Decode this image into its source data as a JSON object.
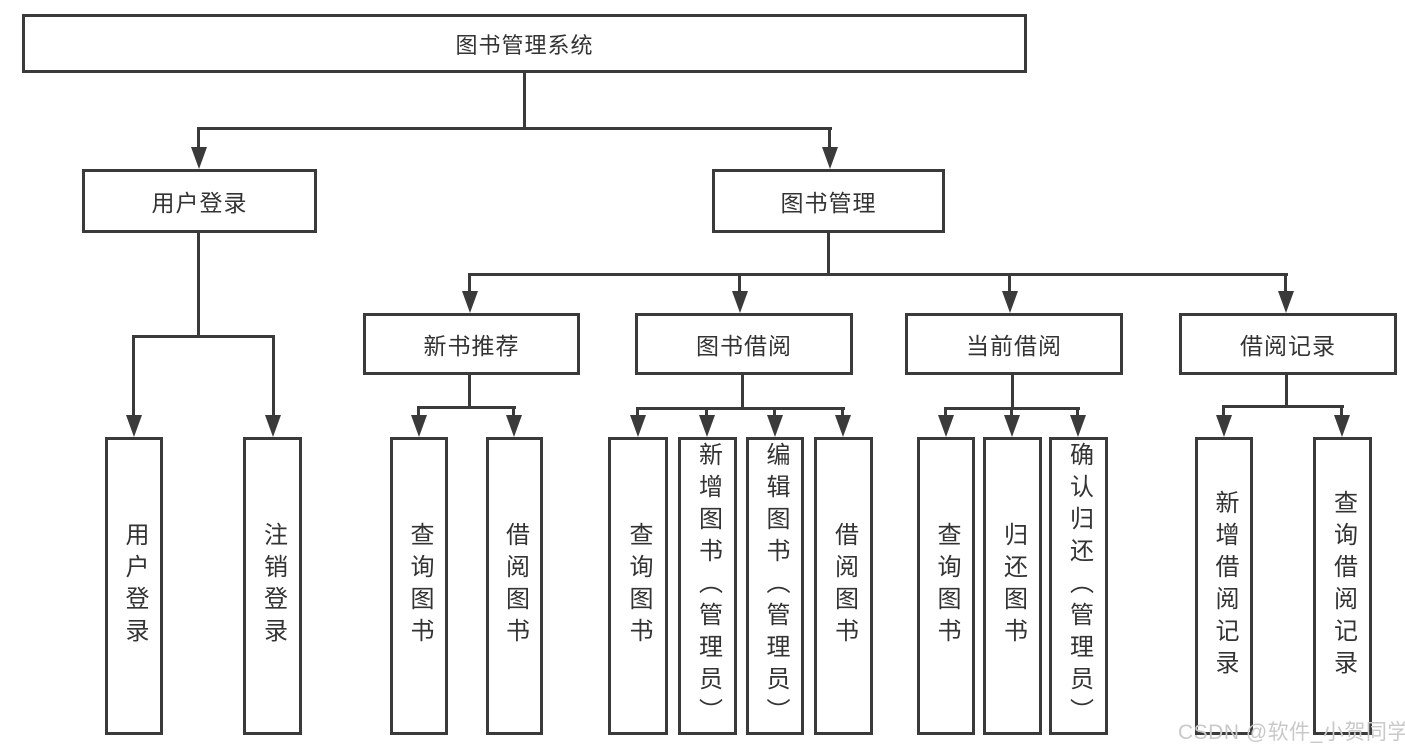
{
  "diagram": {
    "type": "org-tree",
    "title": "图书管理系统"
  },
  "colors": {
    "line": "#3a3a3a",
    "text": "#333333",
    "box_background": "#ffffff",
    "watermark": "#c9c9c9",
    "page_background": "#ffffff"
  },
  "tree": {
    "root": {
      "label": "图书管理系统"
    },
    "children": [
      {
        "label": "用户登录",
        "children": [
          {
            "label": "用户登录"
          },
          {
            "label": "注销登录"
          }
        ]
      },
      {
        "label": "图书管理",
        "children": [
          {
            "label": "新书推荐",
            "children": [
              {
                "label": "查询图书"
              },
              {
                "label": "借阅图书"
              }
            ]
          },
          {
            "label": "图书借阅",
            "children": [
              {
                "label": "查询图书"
              },
              {
                "label": "新增图书（管理员）"
              },
              {
                "label": "编辑图书（管理员）"
              },
              {
                "label": "借阅图书"
              }
            ]
          },
          {
            "label": "当前借阅",
            "children": [
              {
                "label": "查询图书"
              },
              {
                "label": "归还图书"
              },
              {
                "label": "确认归还（管理员）"
              }
            ]
          },
          {
            "label": "借阅记录",
            "children": [
              {
                "label": "新增借阅记录"
              },
              {
                "label": "查询借阅记录"
              }
            ]
          }
        ]
      }
    ]
  },
  "watermark": {
    "text": "CSDN @软件_小贺同学"
  }
}
